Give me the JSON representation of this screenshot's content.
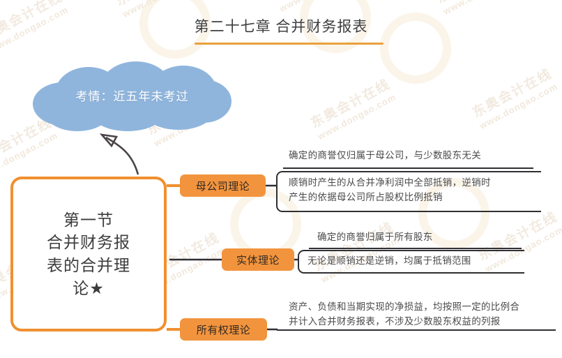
{
  "page": {
    "title": "第二十七章 合并财务报表",
    "accent_orange": "#f0902f",
    "cloud_blue": "#8fb5dd",
    "line_dark": "#2f2f33"
  },
  "watermark": {
    "cn": "东奥会计在线",
    "url": "www.dongao.com"
  },
  "cloud": {
    "label": "考情：近五年未考过"
  },
  "root": {
    "label": "第一节\n合并财务报\n表的合并理\n论★"
  },
  "branches": [
    {
      "topic": "母公司理论",
      "details": [
        "确定的商誉仅归属于母公司，与少数股东无关",
        "顺销时产生的从合并净利润中全部抵销，逆销时\n产生的依据母公司所占股权比例抵销"
      ]
    },
    {
      "topic": "实体理论",
      "details": [
        "确定的商誉归属于所有股东",
        "无论是顺销还是逆销，均属于抵销范围"
      ]
    },
    {
      "topic": "所有权理论",
      "details": [
        "资产、负债和当期实现的净损益，均按照一定的比例合\n并计入合并财务报表，不涉及少数股东权益的列报"
      ]
    }
  ]
}
